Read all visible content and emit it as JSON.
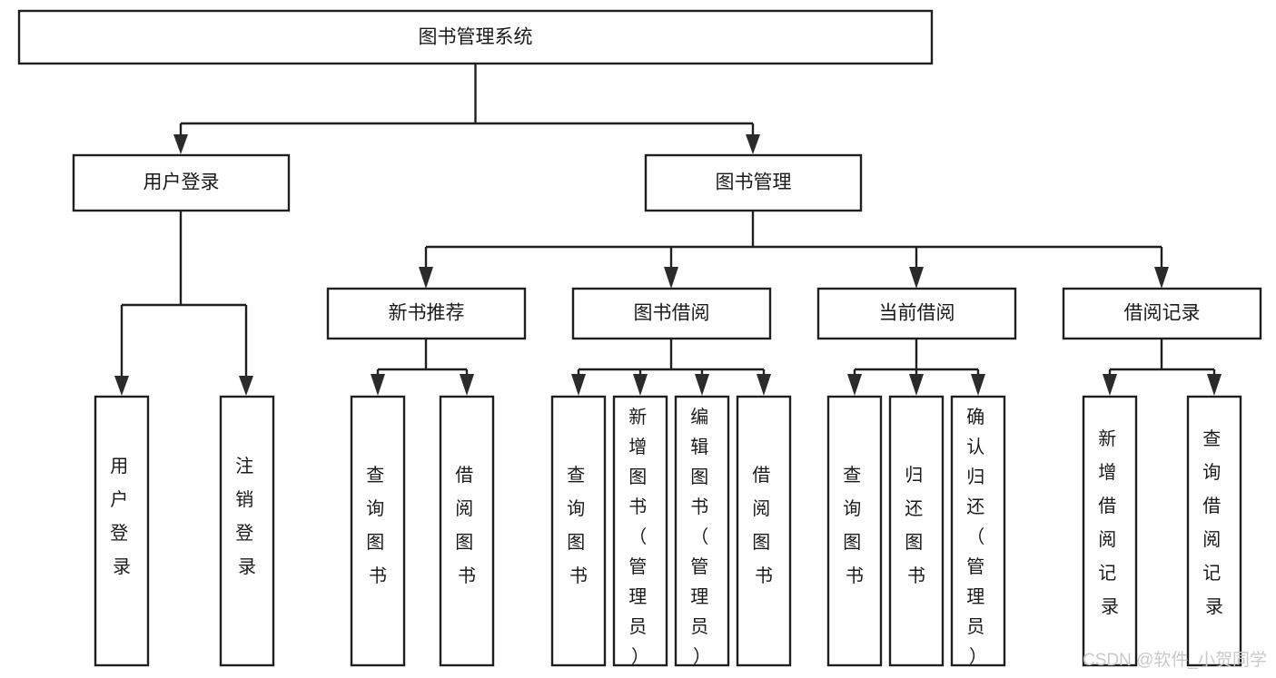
{
  "diagram": {
    "type": "tree-hierarchy-chart",
    "title": "图书管理系统",
    "watermark": "CSDN @软件_小贺同学",
    "colors": {
      "box_stroke": "#1f1f1f",
      "box_fill": "#ffffff",
      "text": "#1a1a1a",
      "connector": "#1f1f1f",
      "watermark": "#c9c9c9",
      "background": "#ffffff"
    },
    "root": {
      "label": "图书管理系统"
    },
    "level2": [
      {
        "label": "用户登录"
      },
      {
        "label": "图书管理"
      }
    ],
    "level3": [
      {
        "label": "新书推荐"
      },
      {
        "label": "图书借阅"
      },
      {
        "label": "当前借阅"
      },
      {
        "label": "借阅记录"
      }
    ],
    "leaves": {
      "user_login": [
        {
          "label": "用户登录"
        },
        {
          "label": "注销登录"
        }
      ],
      "new_book_recommend": [
        {
          "label": "查询图书"
        },
        {
          "label": "借阅图书"
        }
      ],
      "book_borrow": [
        {
          "label": "查询图书"
        },
        {
          "label": "新增图书（管理员）"
        },
        {
          "label": "编辑图书（管理员）"
        },
        {
          "label": "借阅图书"
        }
      ],
      "current_borrow": [
        {
          "label": "查询图书"
        },
        {
          "label": "归还图书"
        },
        {
          "label": "确认归还（管理员）"
        }
      ],
      "borrow_record": [
        {
          "label": "新增借阅记录"
        },
        {
          "label": "查询借阅记录"
        }
      ]
    }
  }
}
